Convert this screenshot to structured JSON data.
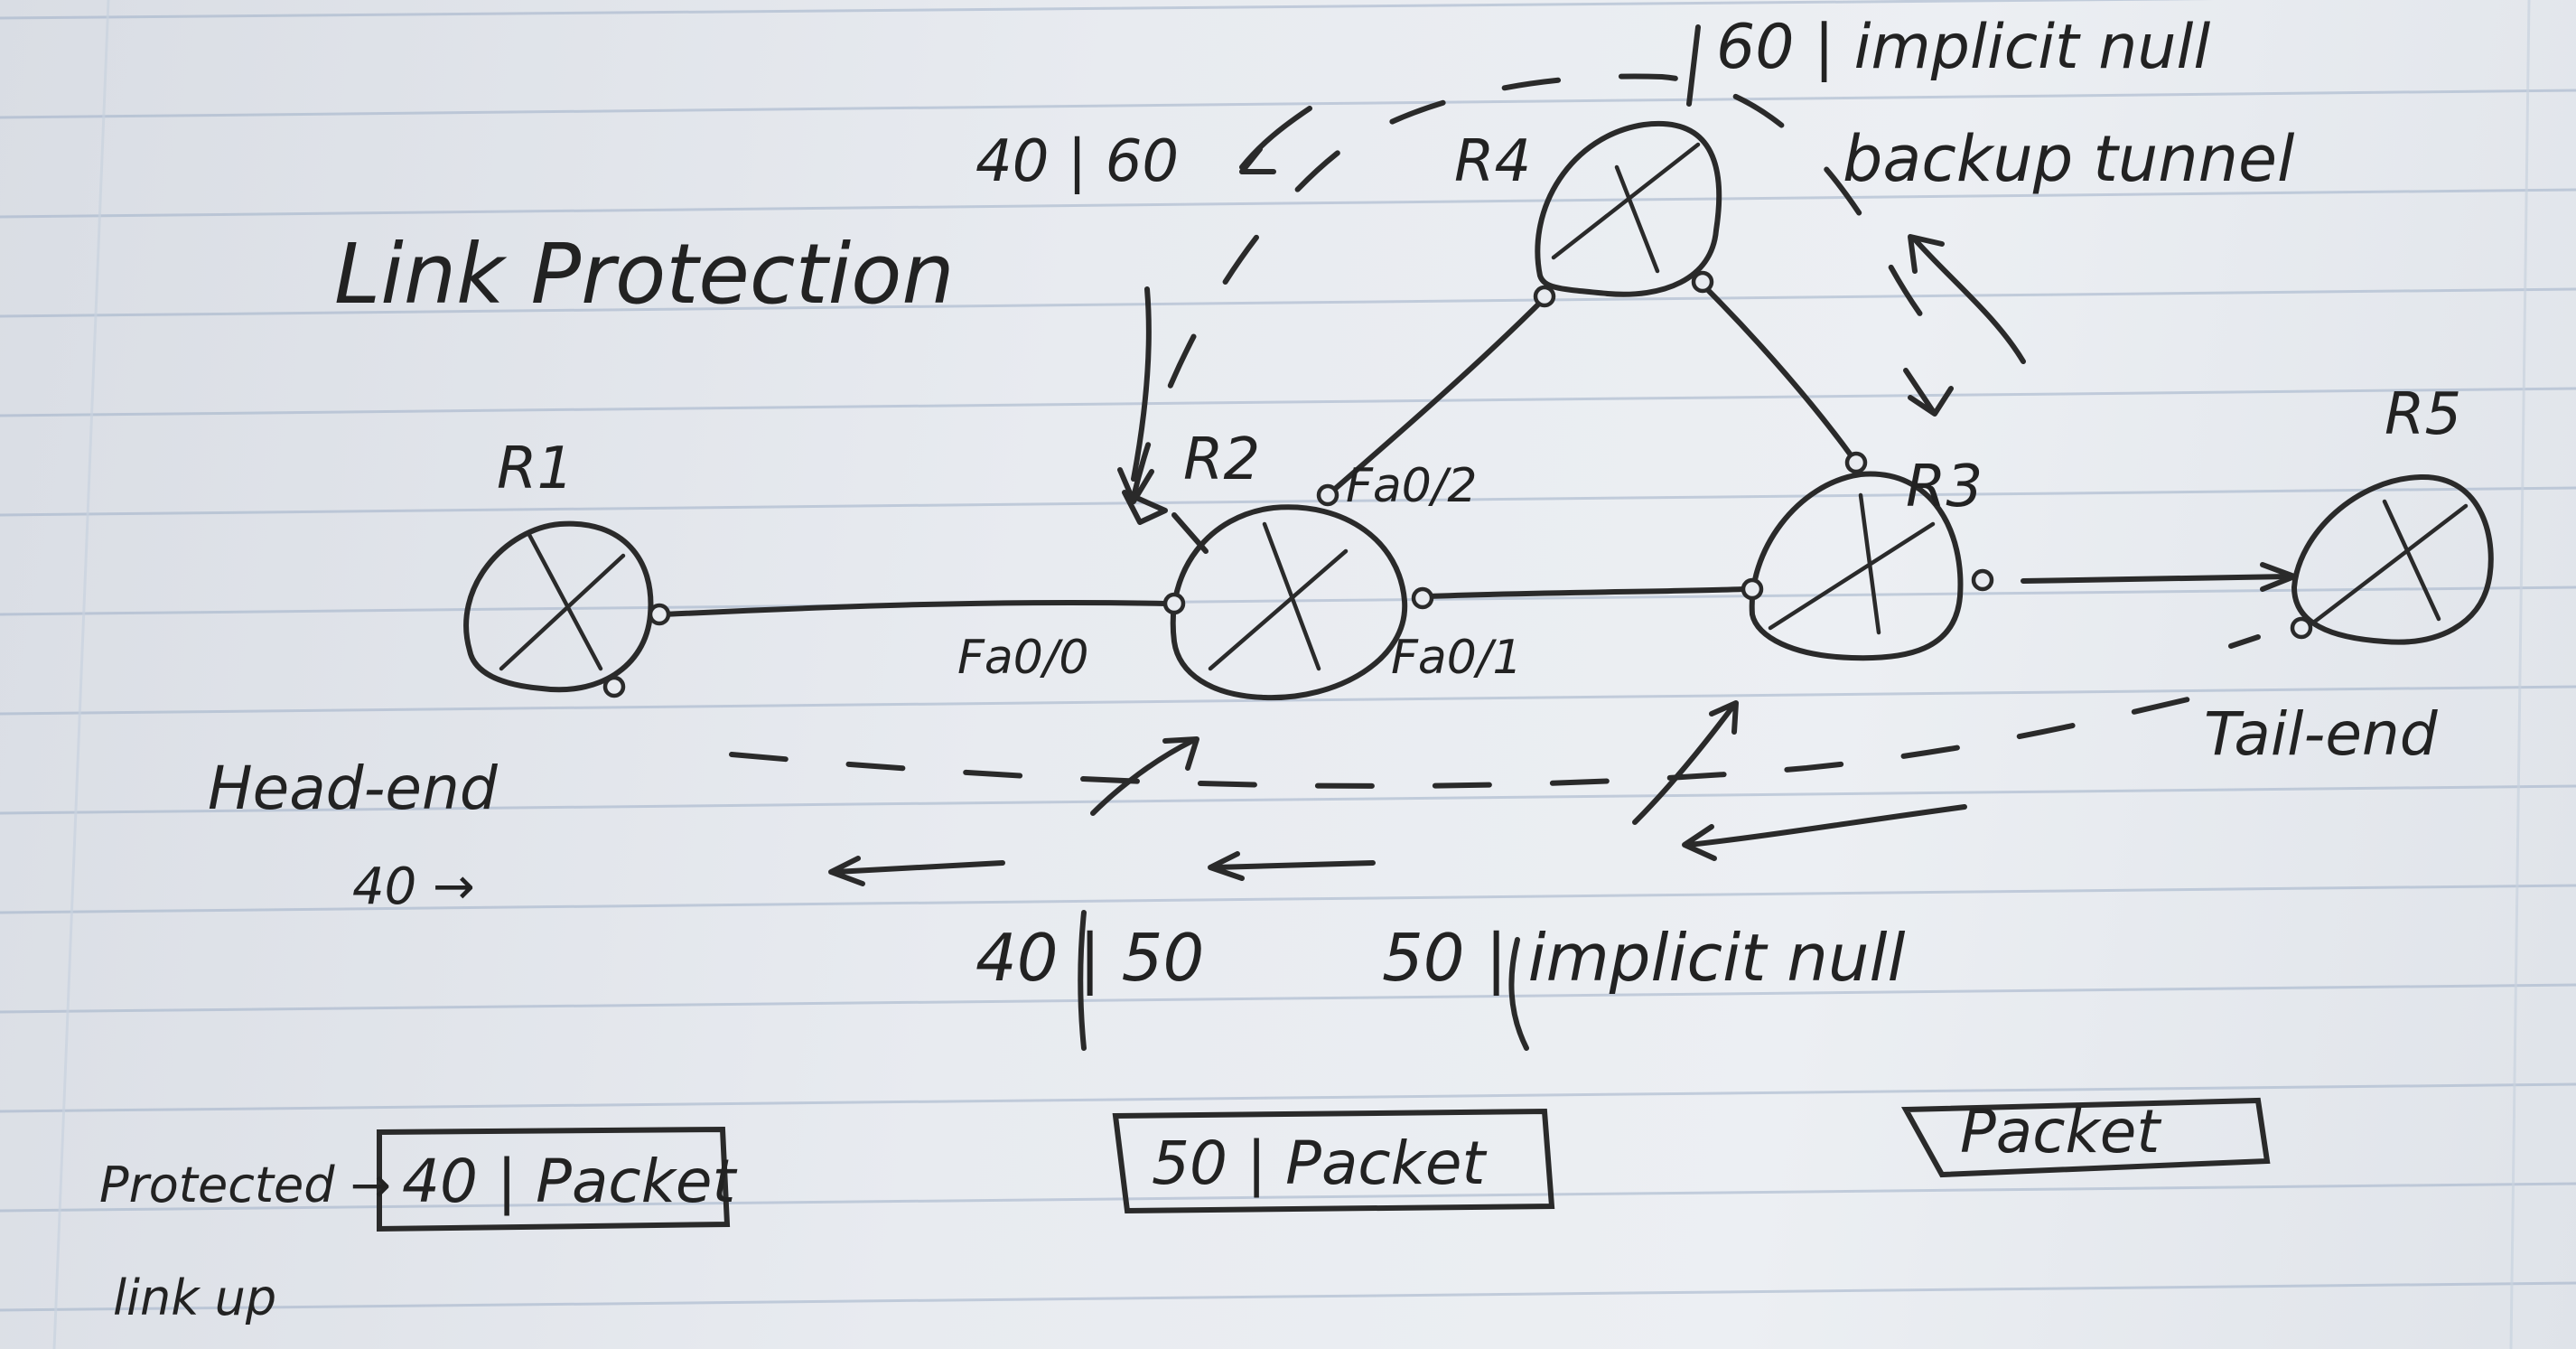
{
  "title": "Link Protection",
  "routers": {
    "r1": "R1",
    "r2": "R2",
    "r3": "R3",
    "r4": "R4",
    "r5": "R5"
  },
  "ports": {
    "r2_fa0_0": "Fa0/0",
    "r2_fa0_1": "Fa0/1",
    "r2_fa0_2": "Fa0/2"
  },
  "roles": {
    "head_end": "Head-end",
    "tail_end": "Tail-end",
    "backup_tunnel": "backup tunnel"
  },
  "labels": {
    "top_r4_r3": "60 | implicit null",
    "top_r2_r4": "40 | 60",
    "head_out": "40 →",
    "bottom_r2": "40 | 50",
    "bottom_r3": "50 | implicit null"
  },
  "packets": {
    "p1": "40 | Packet",
    "p2": "50 | Packet",
    "p3": "Packet"
  },
  "notes": {
    "protected": "Protected →",
    "link_up": "link up"
  }
}
